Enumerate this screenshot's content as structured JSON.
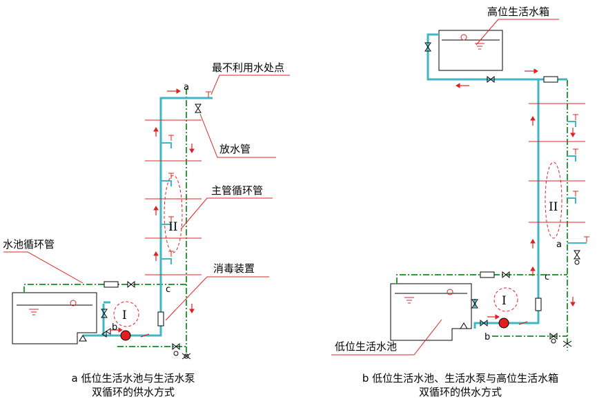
{
  "colors": {
    "supply": "#3fb6c6",
    "return": "#2e9a3a",
    "marker": "#e02020",
    "line": "#000000"
  },
  "diagram_a": {
    "callouts": {
      "most_unfavorable": "最不利用水处点",
      "drain_pipe": "放水管",
      "main_loop": "主管循环管",
      "pool_loop": "水池循环管",
      "disinfection": "消毒装置"
    },
    "points": {
      "a": "a",
      "b": "b",
      "c": "c"
    },
    "loops": {
      "loop1": "I",
      "loop2": "II"
    },
    "caption_line1": "a 低位生活水池与生活水泵",
    "caption_line2": "双循环的供水方式"
  },
  "diagram_b": {
    "callouts": {
      "high_tank": "高位生活水箱",
      "low_pool": "低位生活水池"
    },
    "points": {
      "a": "a",
      "b": "b",
      "c": "c"
    },
    "loops": {
      "loop1": "I",
      "loop2": "II"
    },
    "caption_line1": "b 低位生活水池、生活水泵与高位生活水箱",
    "caption_line2": "双循环的供水方式"
  }
}
